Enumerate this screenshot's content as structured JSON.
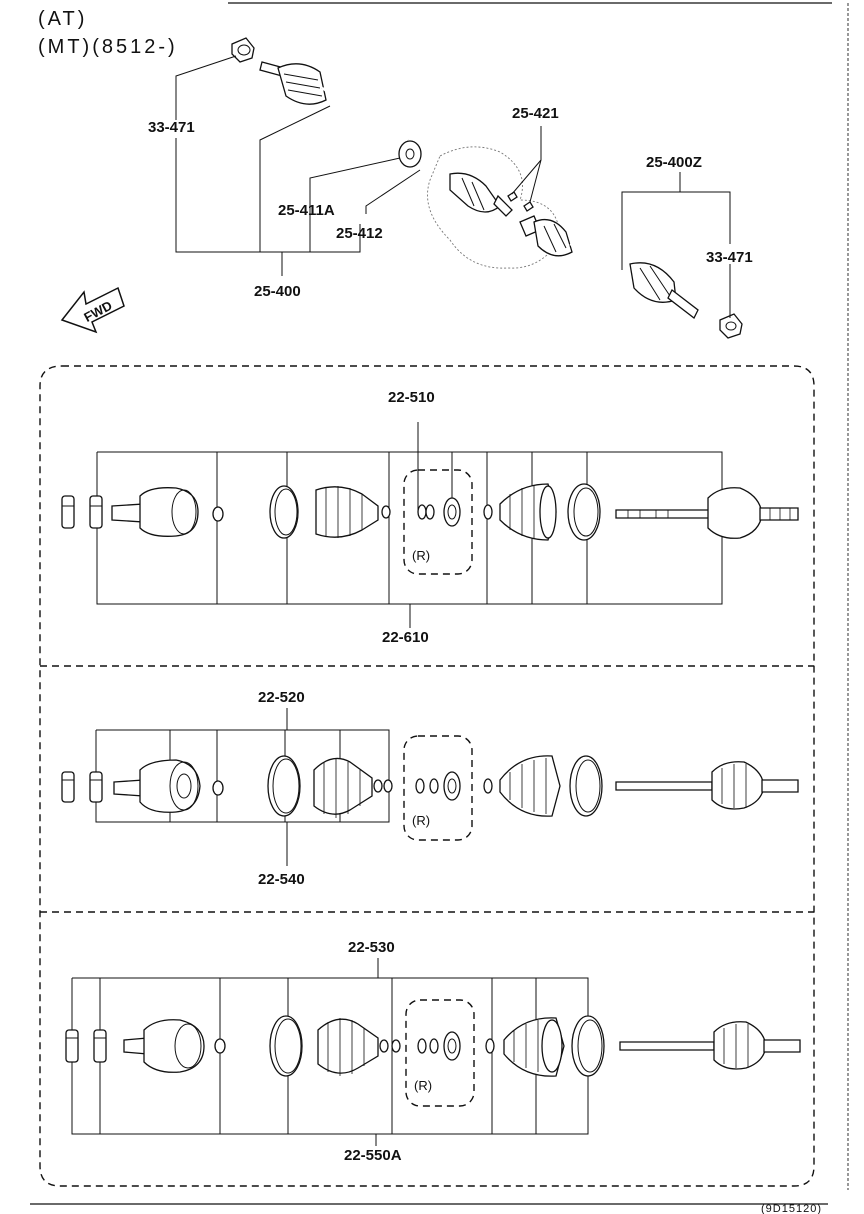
{
  "header": {
    "line1": "(AT)",
    "line2": "(MT)(8512-)"
  },
  "fwd_label": "FWD",
  "labels": {
    "c33471_left": "33-471",
    "c25421": "25-421",
    "c25400z": "25-400Z",
    "c25411a": "25-411A",
    "c25412": "25-412",
    "c25400": "25-400",
    "c33471_right": "33-471",
    "c22510": "22-510",
    "c22610": "22-610",
    "c22520": "22-520",
    "c22540": "22-540",
    "c22530": "22-530",
    "c22550a": "22-550A"
  },
  "r_note": "(R)",
  "footer_code": "(9D15120)"
}
